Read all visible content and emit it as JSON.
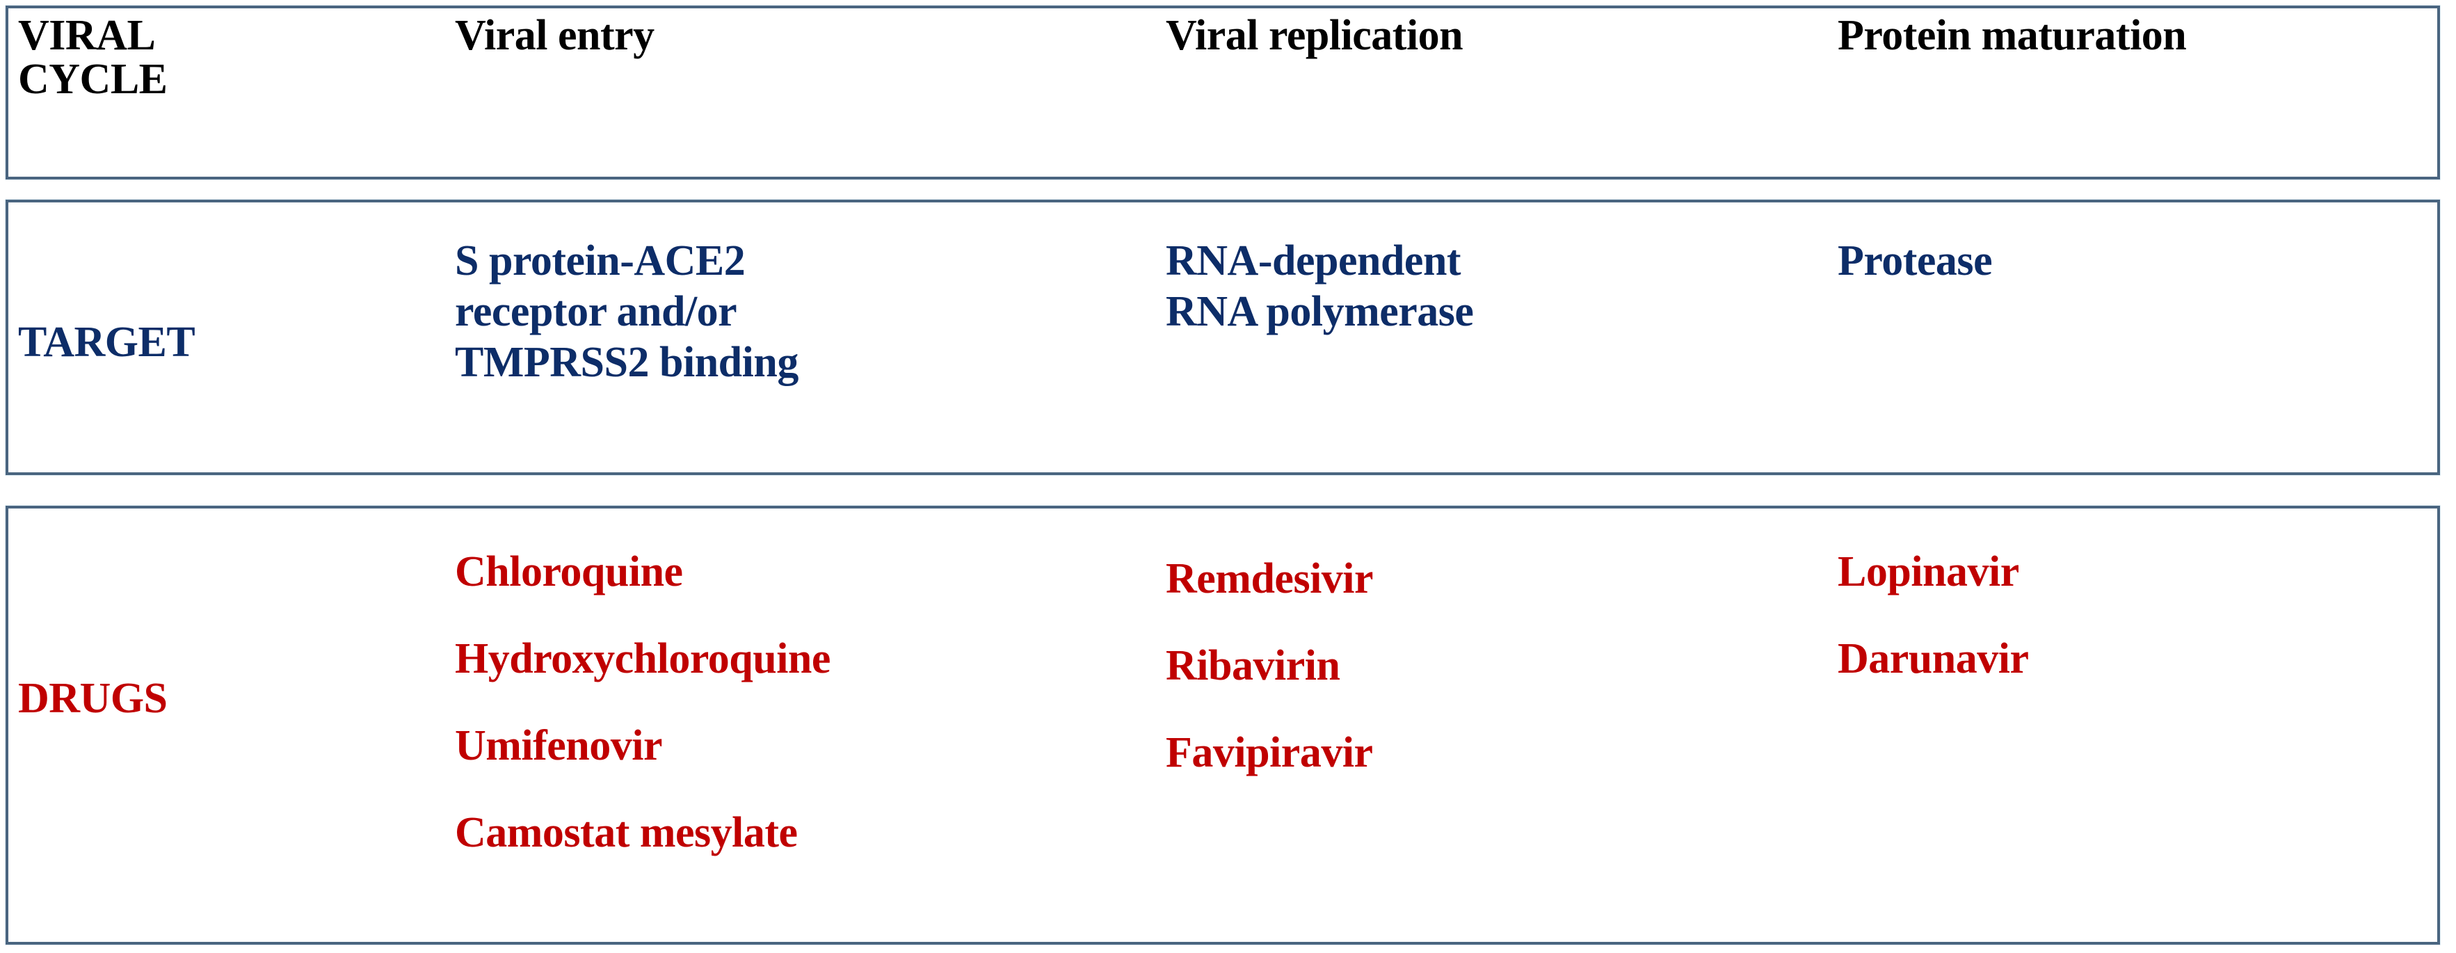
{
  "table": {
    "columns": [
      "VIRAL\nCYCLE",
      "Viral entry",
      "Viral replication",
      "Protein maturation"
    ],
    "rows": [
      {
        "label": "TARGET",
        "label_color": "#0d2d68",
        "cells": [
          "S protein-ACE2\nreceptor and/or\nTMPRSS2 binding",
          "RNA-dependent\nRNA polymerase",
          "Protease"
        ]
      },
      {
        "label": "DRUGS",
        "label_color": "#c00000",
        "lists": [
          [
            "Chloroquine",
            "Hydroxychloroquine",
            "Umifenovir",
            "Camostat mesylate"
          ],
          [
            "Remdesivir",
            "Ribavirin",
            "Favipiravir"
          ],
          [
            "Lopinavir",
            "Darunavir"
          ]
        ]
      }
    ]
  },
  "colors": {
    "header_text": "#000000",
    "target_text": "#0d2d68",
    "drug_text": "#c00000",
    "border": "#4a6580",
    "background": "#ffffff"
  }
}
